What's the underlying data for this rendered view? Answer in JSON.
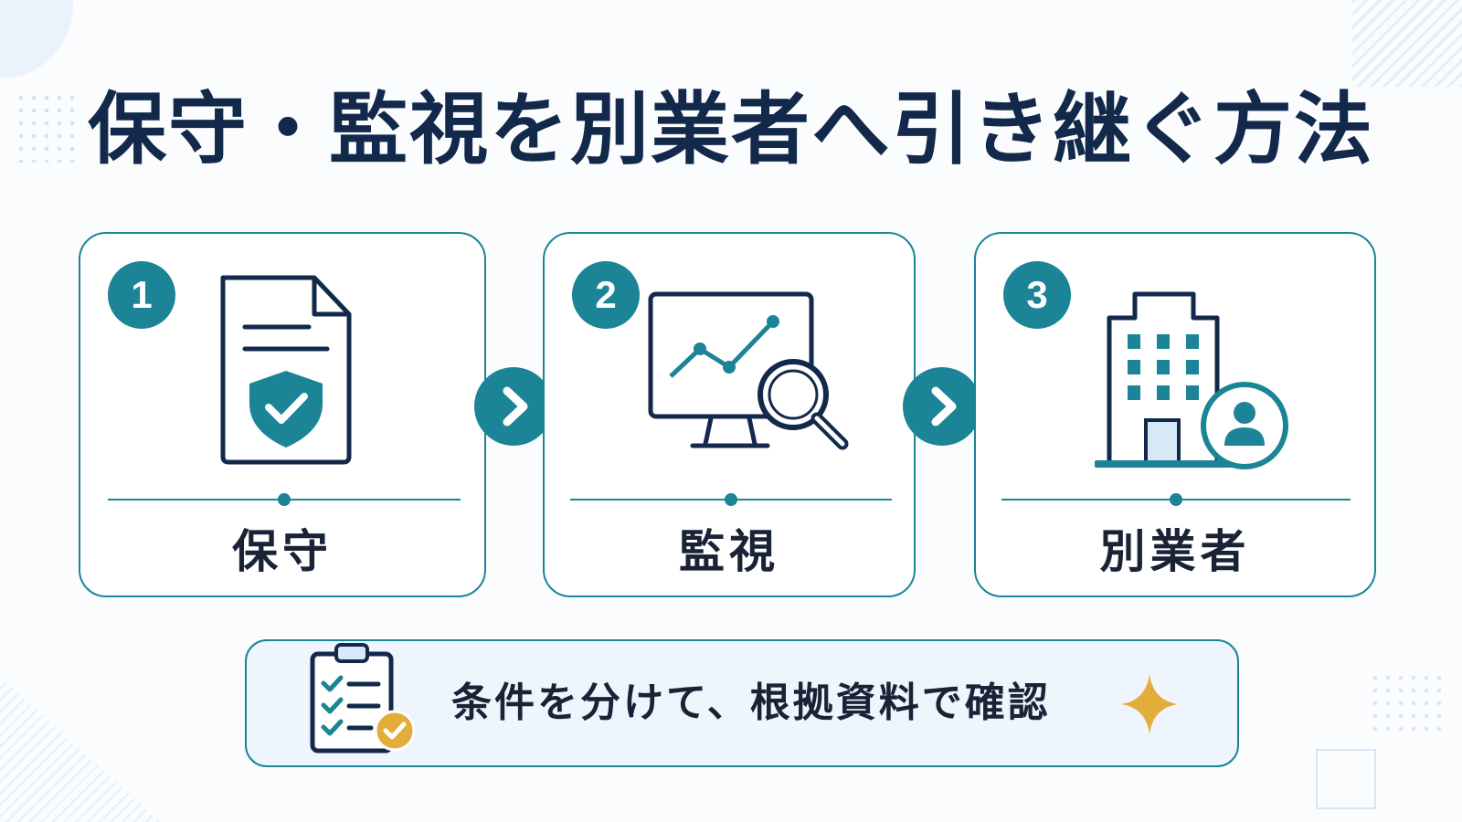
{
  "title": "保守・監視を別業者へ引き継ぐ方法",
  "steps": [
    {
      "number": "1",
      "label": "保守",
      "icon": "document-shield-icon"
    },
    {
      "number": "2",
      "label": "監視",
      "icon": "monitor-chart-search-icon"
    },
    {
      "number": "3",
      "label": "別業者",
      "icon": "building-user-icon"
    }
  ],
  "note": {
    "text": "条件を分けて、根拠資料で確認",
    "icon": "checklist-clipboard-icon",
    "accent_icon": "sparkle-icon"
  },
  "colors": {
    "primary": "#1b8496",
    "title": "#13294b",
    "text": "#1a2236",
    "accent": "#e3ad3c",
    "note_background": "#eef5fc"
  }
}
